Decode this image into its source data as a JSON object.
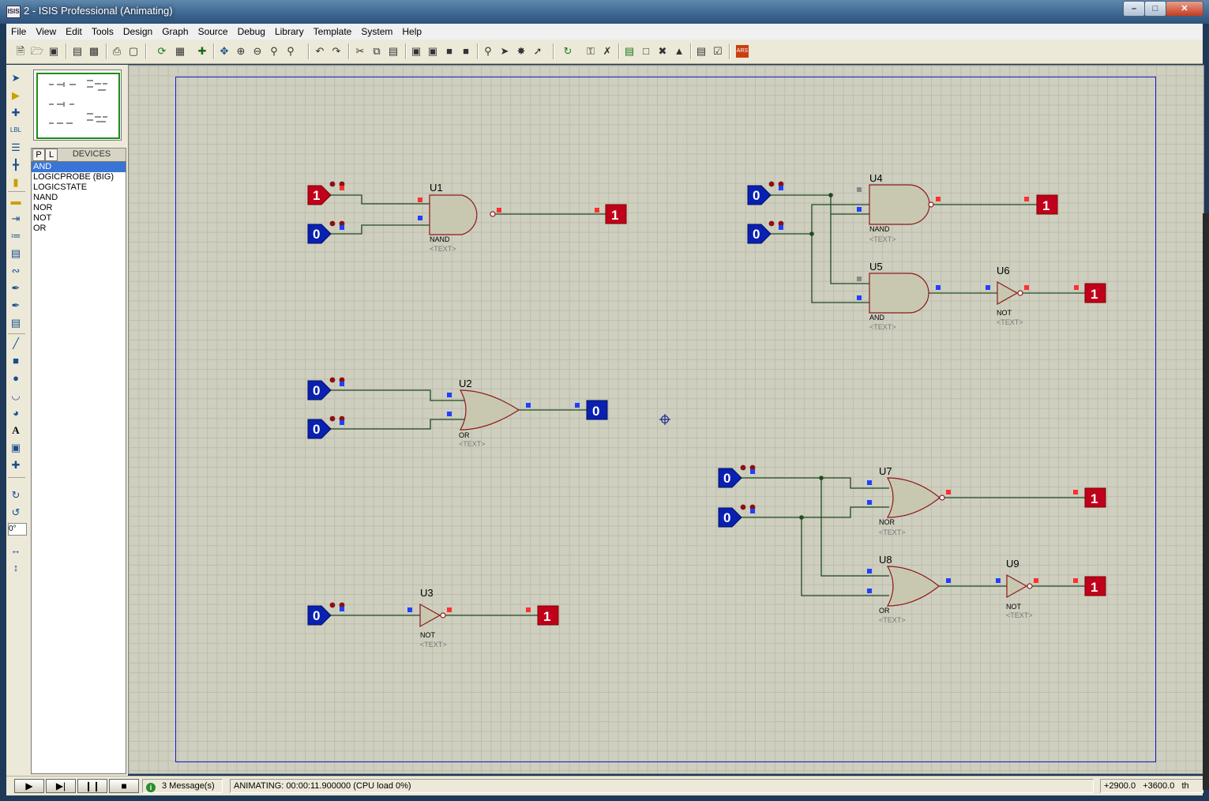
{
  "window": {
    "title": "2 - ISIS Professional (Animating)",
    "app_icon": "ISIS"
  },
  "menu": [
    "File",
    "View",
    "Edit",
    "Tools",
    "Design",
    "Graph",
    "Source",
    "Debug",
    "Library",
    "Template",
    "System",
    "Help"
  ],
  "devices": {
    "tab_p": "P",
    "tab_l": "L",
    "label": "DEVICES",
    "items": [
      "AND",
      "LOGICPROBE (BIG)",
      "LOGICSTATE",
      "NAND",
      "NOR",
      "NOT",
      "OR"
    ],
    "selected": "AND"
  },
  "rotation": "0°",
  "schematic": {
    "text_placeholder": "<TEXT>",
    "gates": [
      {
        "ref": "U1",
        "type": "NAND"
      },
      {
        "ref": "U2",
        "type": "OR"
      },
      {
        "ref": "U3",
        "type": "NOT"
      },
      {
        "ref": "U4",
        "type": "NAND"
      },
      {
        "ref": "U5",
        "type": "AND"
      },
      {
        "ref": "U6",
        "type": "NOT"
      },
      {
        "ref": "U7",
        "type": "NOR"
      },
      {
        "ref": "U8",
        "type": "OR"
      },
      {
        "ref": "U9",
        "type": "NOT"
      }
    ],
    "inputs": {
      "s1a": "1",
      "s1b": "0",
      "s2a": "0",
      "s2b": "0",
      "s3a": "0",
      "s4a": "0",
      "s4b": "0",
      "s7a": "0",
      "s7b": "0"
    },
    "probes": {
      "p1": "1",
      "p2": "0",
      "p3": "1",
      "p4": "1",
      "p5": "1",
      "p7": "1",
      "p8": "1"
    }
  },
  "status": {
    "messages": "3 Message(s)",
    "animation": "ANIMATING: 00:00:11.900000 (CPU load 0%)",
    "coord_x": "+2900.0",
    "coord_y": "+3600.0",
    "units": "th"
  },
  "colors": {
    "logic_high": "#c0001a",
    "logic_low": "#0a20b0",
    "wire": "#1f4a1f",
    "gate_fill": "#c8c8b0",
    "gate_stroke": "#8b1a1a",
    "sheet_border": "#1a1ad0"
  }
}
